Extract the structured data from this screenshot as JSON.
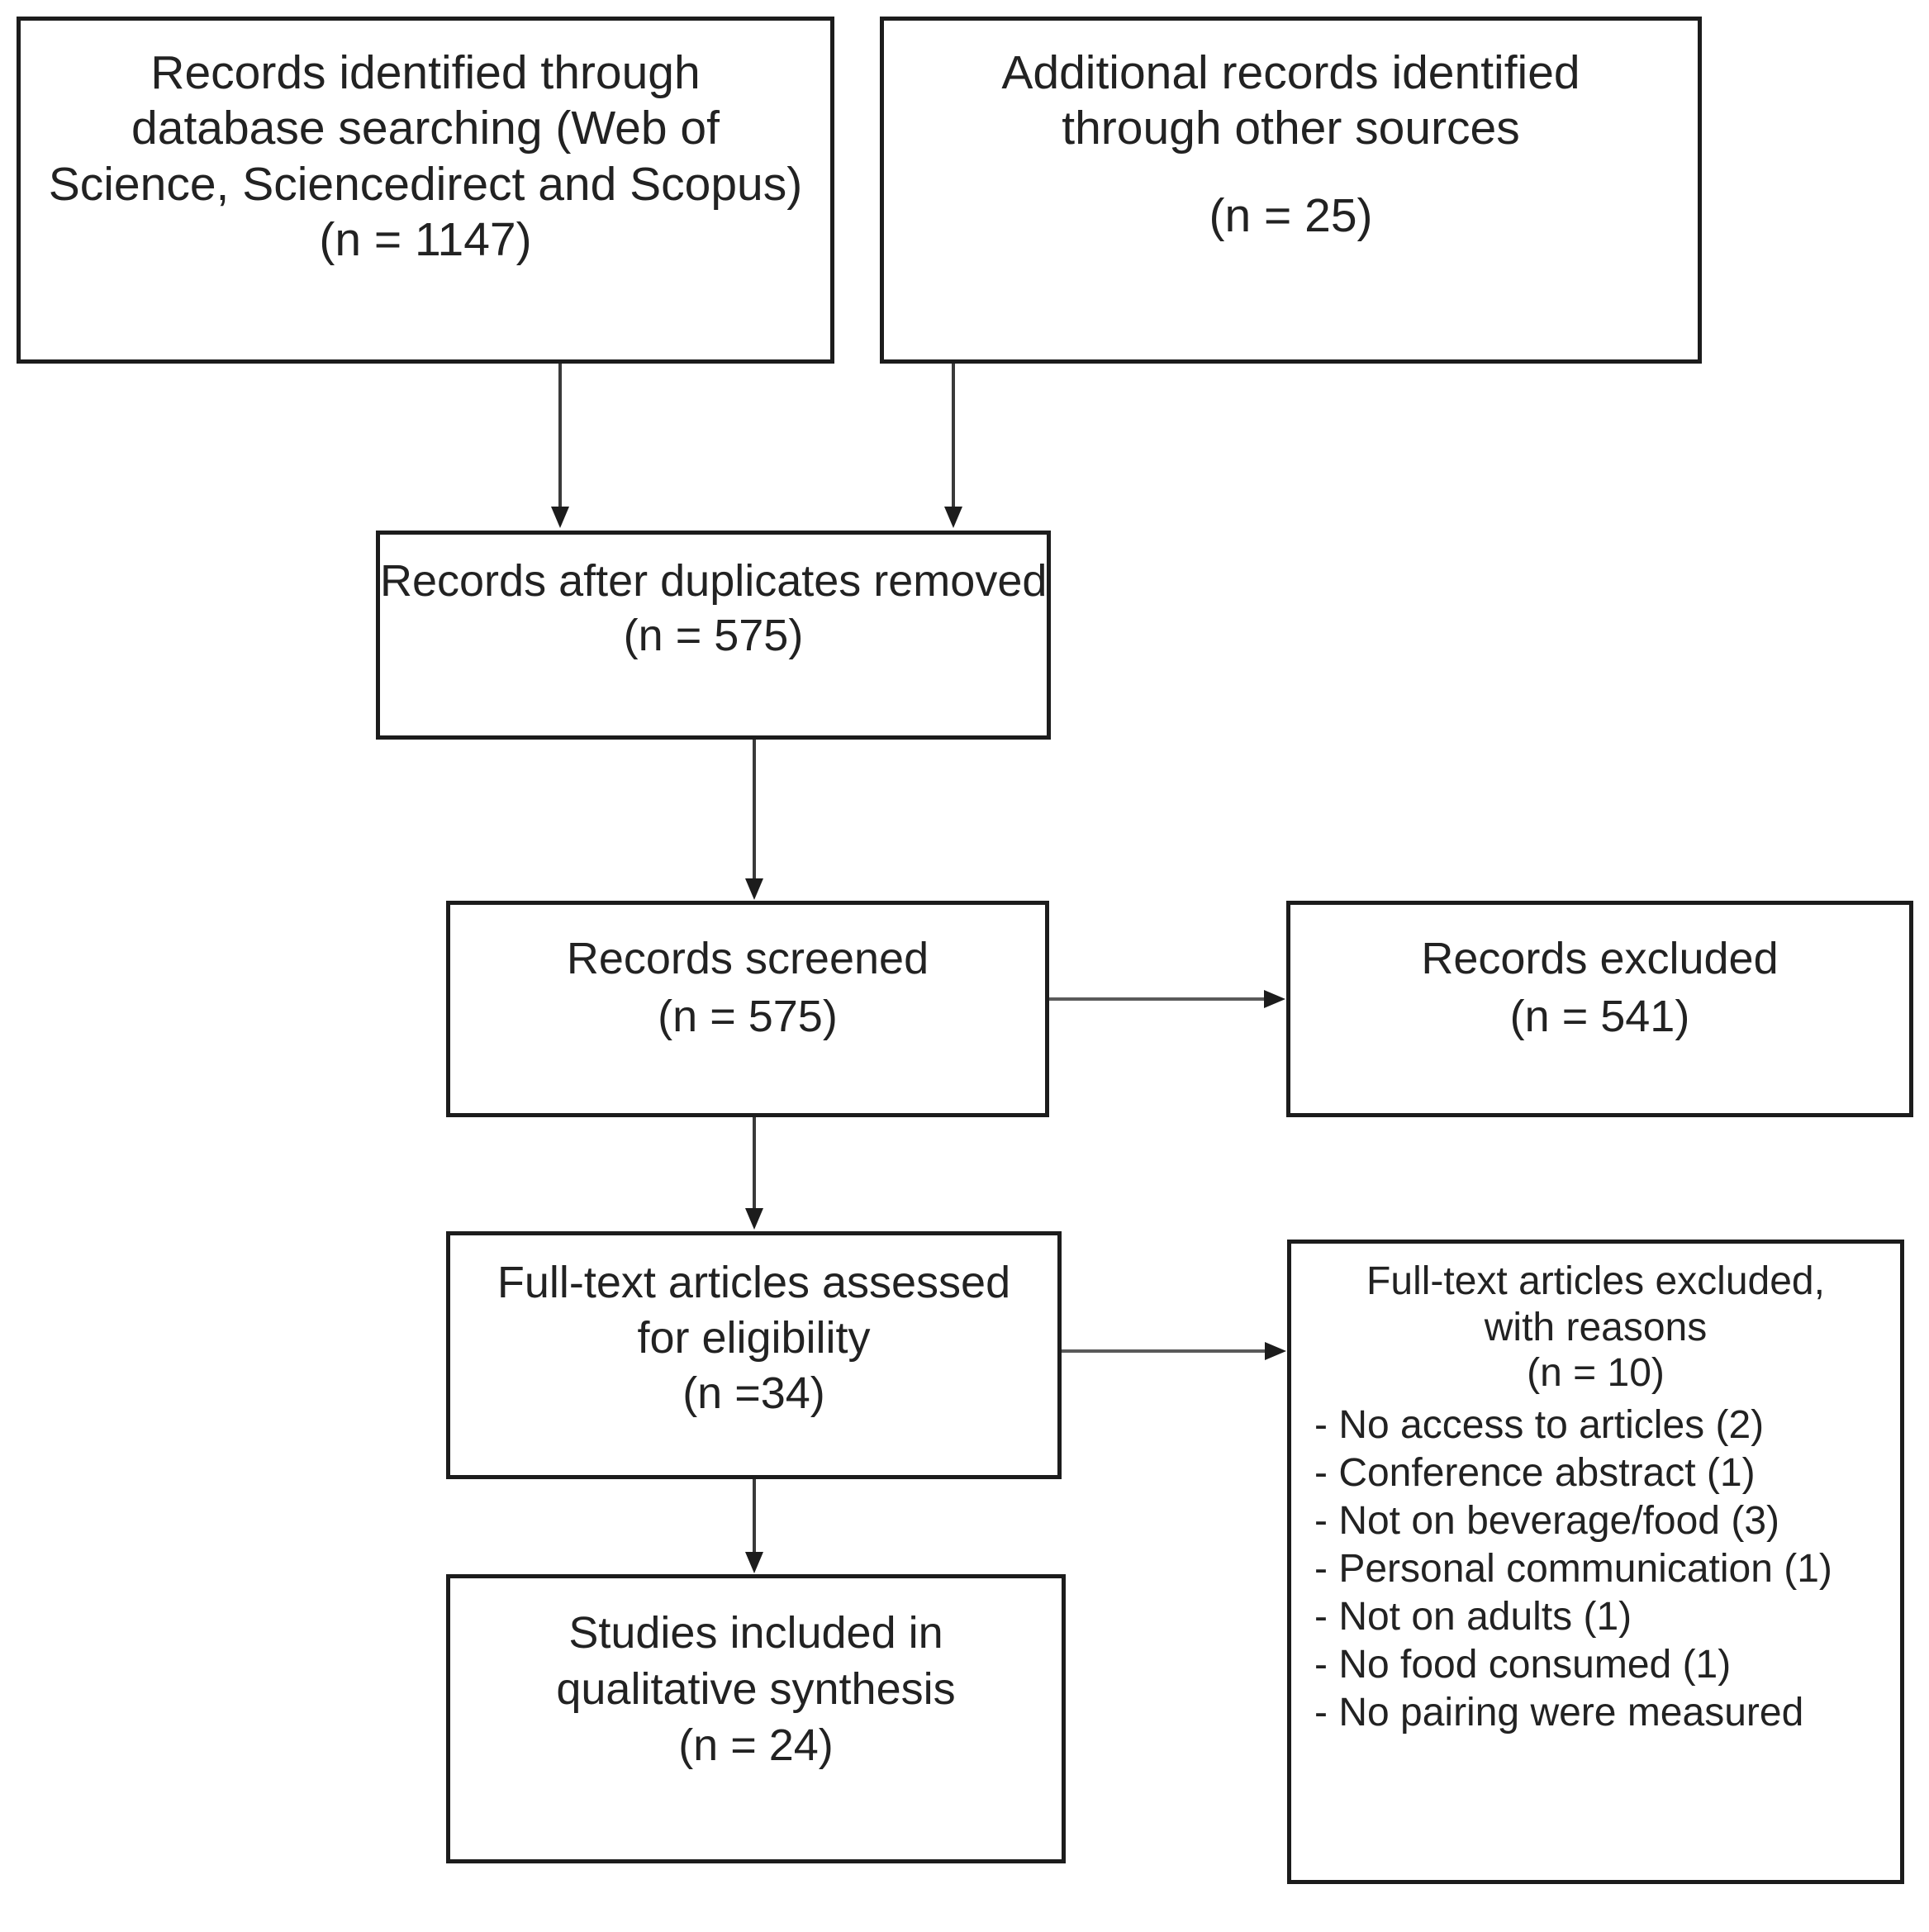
{
  "diagram": {
    "type": "prisma-flow-diagram",
    "nodes": {
      "identified": {
        "line1": "Records identified through",
        "line2": "database searching (Web of",
        "line3": "Science, Sciencedirect  and Scopus)",
        "count": "(n = 1147)"
      },
      "additional": {
        "line1": "Additional records identified",
        "line2": "through other sources",
        "count": "(n = 25)"
      },
      "duplicates": {
        "line1": "Records after duplicates removed",
        "count": "(n = 575)"
      },
      "screened": {
        "line1": "Records screened",
        "count": "(n = 575)"
      },
      "excluded": {
        "line1": "Records excluded",
        "count": "(n = 541)"
      },
      "fulltext": {
        "line1": "Full-text articles assessed",
        "line2": "for eligibility",
        "count": "(n =34)"
      },
      "reasons": {
        "line1": "Full-text articles excluded,",
        "line2": "with reasons",
        "count": "(n =  10)",
        "items": [
          "- No access to articles (2)",
          "- Conference abstract (1)",
          "- Not on beverage/food (3)",
          "- Personal communication (1)",
          "- Not on adults (1)",
          "- No food consumed (1)",
          "- No pairing were measured"
        ]
      },
      "included": {
        "line1": "Studies included in",
        "line2": "qualitative synthesis",
        "count": "(n =  24)"
      }
    },
    "colors": {
      "box_border": "#1c1c1c",
      "connector": "#3a3a3a",
      "background": "#ffffff",
      "text": "#222222"
    }
  }
}
